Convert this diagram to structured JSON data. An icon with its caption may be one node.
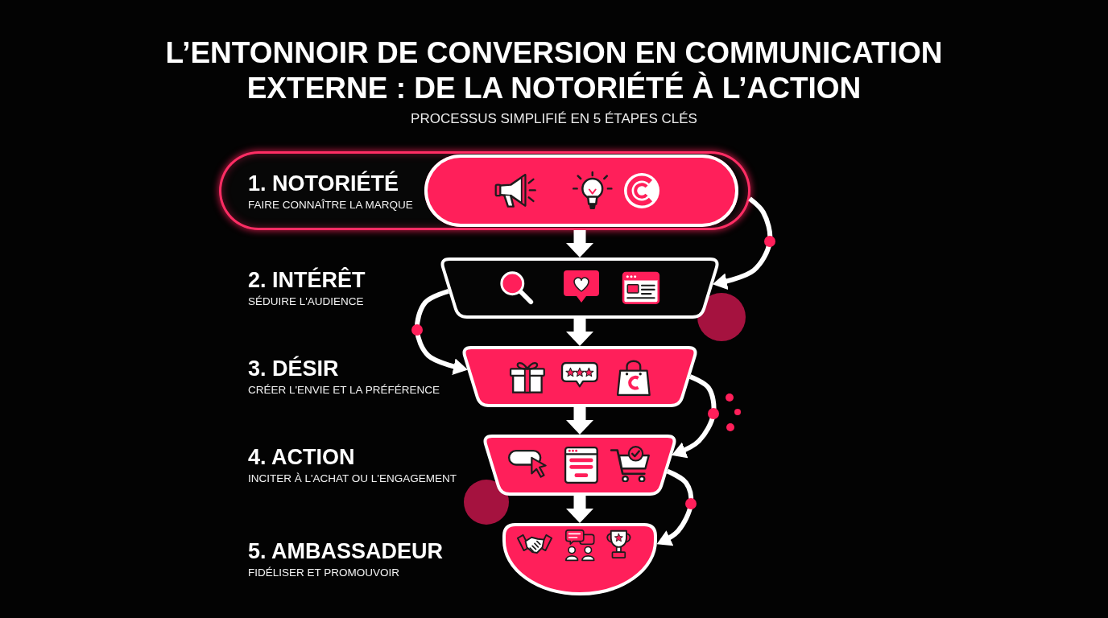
{
  "diagram": {
    "title": "L’ENTONNOIR DE CONVERSION EN COMMUNICATION EXTERNE : DE LA NOTORIÉTÉ À L’ACTION",
    "nodes": [
      {
        "text": [
          "1. NOTORIÉTÉ",
          "FAIRE CONNAÎTRE LA MARQUE"
        ]
      },
      {
        "text": [],
        "shape": "pill",
        "in": 0
      },
      {
        "text": [],
        "shape": "trapezoid",
        "beside": [
          "2. INTÉRÊT",
          "SÉDUIRE L'AUDIENCE"
        ]
      },
      {
        "text": [],
        "shape": "trapezoid",
        "beside": [
          "3. DÉSIR",
          "CRÉER L'ENVIE ET LA PRÉFÉRENCE"
        ]
      },
      {
        "text": [],
        "shape": "trapezoid",
        "beside": [
          "4. ACTION",
          "INCITER À L'ACHAT OU L'ENGAGEMENT"
        ]
      },
      {
        "text": [],
        "shape": "semicircle",
        "beside": [
          "5. AMBASSADEUR",
          "FIDÉLISER ET PROMOUVOIR"
        ]
      }
    ],
    "edges": [
      {
        "from": 0,
        "to": 2,
        "arrow": "to",
        "style": "thick"
      },
      {
        "from": 0,
        "to": 2,
        "arrow": "to"
      },
      {
        "from": 2,
        "to": 3,
        "arrow": "to",
        "style": "thick"
      },
      {
        "from": 2,
        "to": 3,
        "arrow": "to"
      },
      {
        "from": 3,
        "to": 4,
        "arrow": "to",
        "style": "thick"
      },
      {
        "from": 3,
        "to": 4,
        "arrow": "to"
      },
      {
        "from": 4,
        "to": 5,
        "arrow": "to",
        "style": "thick"
      },
      {
        "from": 4,
        "to": 5,
        "arrow": "to"
      }
    ],
    "labels": [
      "PROCESSUS SIMPLIFIÉ EN 5 ÉTAPES CLÉS"
    ]
  }
}
